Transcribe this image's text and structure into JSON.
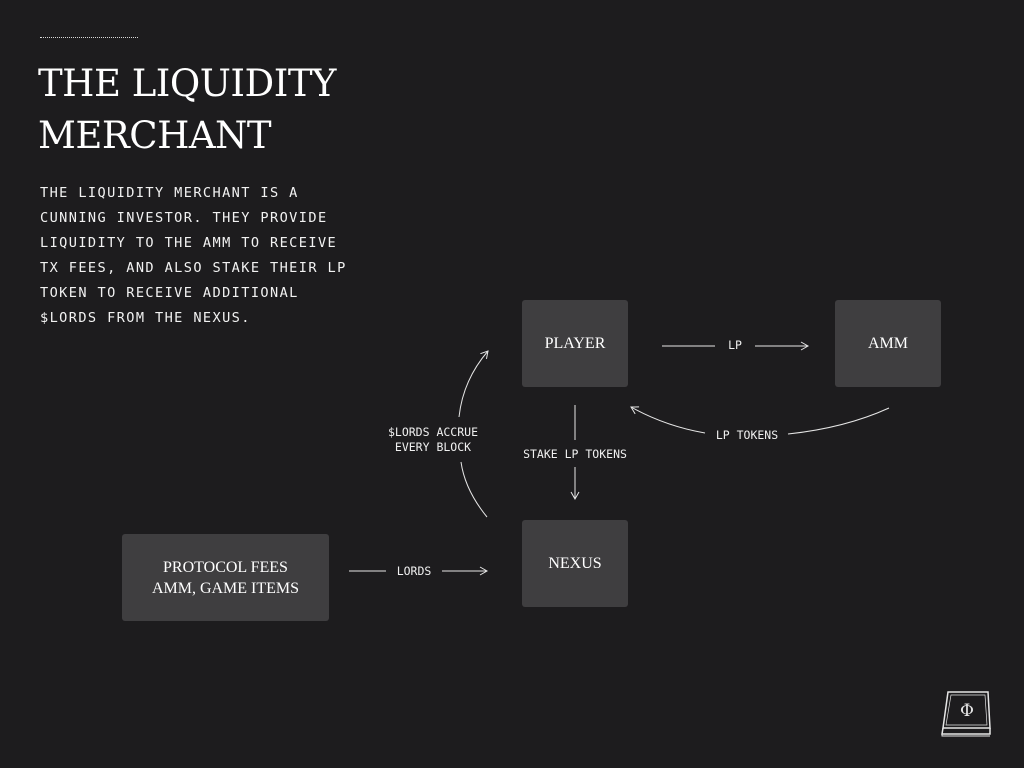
{
  "title": "THE LIQUIDITY MERCHANT",
  "description": "THE LIQUIDITY MERCHANT IS A CUNNING INVESTOR. THEY PROVIDE LIQUIDITY TO THE AMM TO RECEIVE TX FEES, AND ALSO STAKE THEIR LP TOKEN TO RECEIVE ADDITIONAL $LORDS FROM THE NEXUS.",
  "diagram": {
    "nodes": {
      "player": "PLAYER",
      "amm": "AMM",
      "nexus": "NEXUS",
      "protocol_fees_line1": "PROTOCOL FEES",
      "protocol_fees_line2": "AMM, GAME ITEMS"
    },
    "edges": {
      "player_to_amm": "LP",
      "amm_to_player": "LP TOKENS",
      "player_to_nexus": "STAKE LP TOKENS",
      "nexus_to_player_line1": "$LORDS ACCRUE",
      "nexus_to_player_line2": "EVERY BLOCK",
      "fees_to_nexus": "LORDS"
    }
  },
  "logo": {
    "icon": "book-phi-icon",
    "glyph": "Φ"
  },
  "colors": {
    "background": "#1d1c1e",
    "node_fill": "#3f3e40",
    "text": "#ffffff",
    "arrow": "#e6e6e6"
  }
}
